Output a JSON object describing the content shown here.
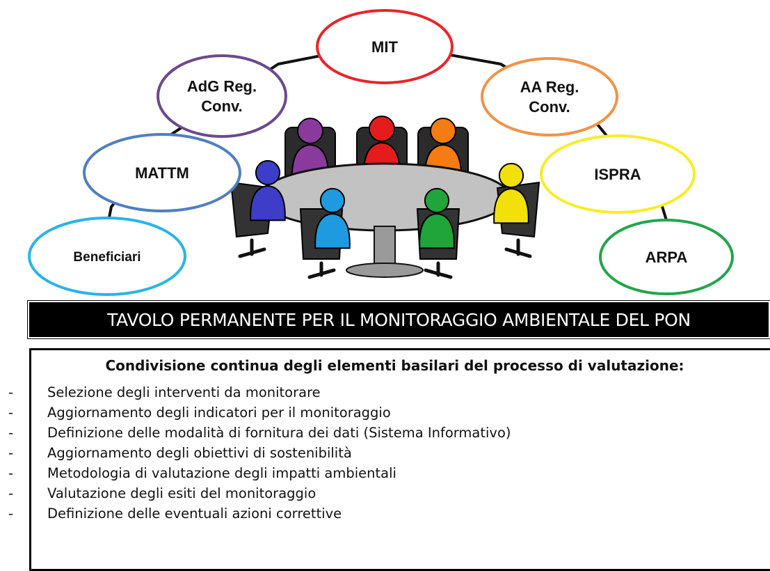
{
  "stakeholders": [
    {
      "id": "mit",
      "lines": [
        "MIT"
      ],
      "color": "#e8252b"
    },
    {
      "id": "adg",
      "lines": [
        "AdG Reg.",
        "Conv."
      ],
      "color": "#6a4a8c"
    },
    {
      "id": "aa",
      "lines": [
        "AA Reg.",
        "Conv."
      ],
      "color": "#f0934a"
    },
    {
      "id": "mattm",
      "lines": [
        "MATTM"
      ],
      "color": "#4f7fc0"
    },
    {
      "id": "ispra",
      "lines": [
        "ISPRA"
      ],
      "color": "#f5ee28"
    },
    {
      "id": "beneficiari",
      "lines": [
        "Beneficiari"
      ],
      "color": "#29b4e8"
    },
    {
      "id": "arpa",
      "lines": [
        "ARPA"
      ],
      "color": "#22a54a"
    }
  ],
  "banner": {
    "title": "TAVOLO PERMANENTE PER IL MONITORAGGIO AMBIENTALE DEL PON"
  },
  "box": {
    "heading": "Condivisione continua degli elementi basilari del processo di valutazione:",
    "bullet": "-",
    "items": [
      "Selezione degli interventi da monitorare",
      "Aggiornamento degli indicatori per il monitoraggio",
      "Definizione delle modalità di fornitura dei dati (Sistema Informativo)",
      "Aggiornamento degli obiettivi di sostenibilità",
      "Metodologia di valutazione degli impatti ambientali",
      "Valutazione degli esiti del monitoraggio",
      "Definizione delle eventuali azioni correttive"
    ]
  },
  "illustration": {
    "person_colors": [
      "#8a3a9c",
      "#e41c1c",
      "#f57b12",
      "#3d3dc8",
      "#f2e00a",
      "#1e9be0",
      "#1fa53a"
    ]
  }
}
